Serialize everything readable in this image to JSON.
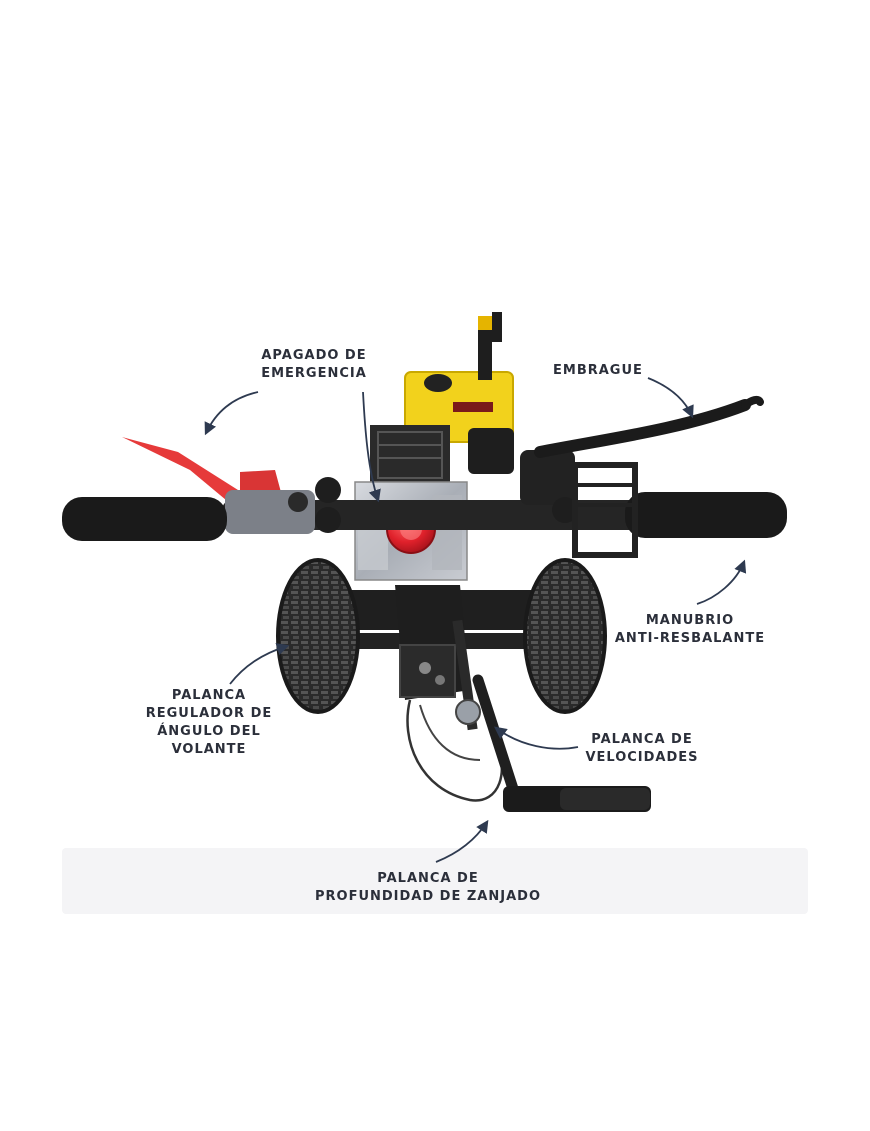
{
  "colors": {
    "arrow": "#2e3a50",
    "label_text": "#2b2f3a",
    "engine_yellow": "#f2d21c",
    "emergency_red": "#e0212b",
    "blade_red": "#e63a3a",
    "grip_black": "#1a1a1a",
    "frame_black": "#222222",
    "tire_gray": "#3a3a3a",
    "panel_silver": "#b8bcc2"
  },
  "labels": {
    "apagado": {
      "line1": "APAGADO DE",
      "line2": "EMERGENCIA"
    },
    "embrague": {
      "line1": "EMBRAGUE"
    },
    "manubrio": {
      "line1": "MANUBRIO",
      "line2": "ANTI-RESBALANTE"
    },
    "palanca_angulo": {
      "line1": "PALANCA",
      "line2": "REGULADOR DE",
      "line3": "ÁNGULO DEL",
      "line4": "VOLANTE"
    },
    "palanca_velocidades": {
      "line1": "PALANCA DE",
      "line2": "VELOCIDADES"
    },
    "palanca_profundidad": {
      "line1": "PALANCA DE",
      "line2": "PROFUNDIDAD DE ZANJADO"
    }
  },
  "icons": {
    "arrow": "curved-arrow-icon",
    "emergency": "emergency-stop-button-icon"
  }
}
